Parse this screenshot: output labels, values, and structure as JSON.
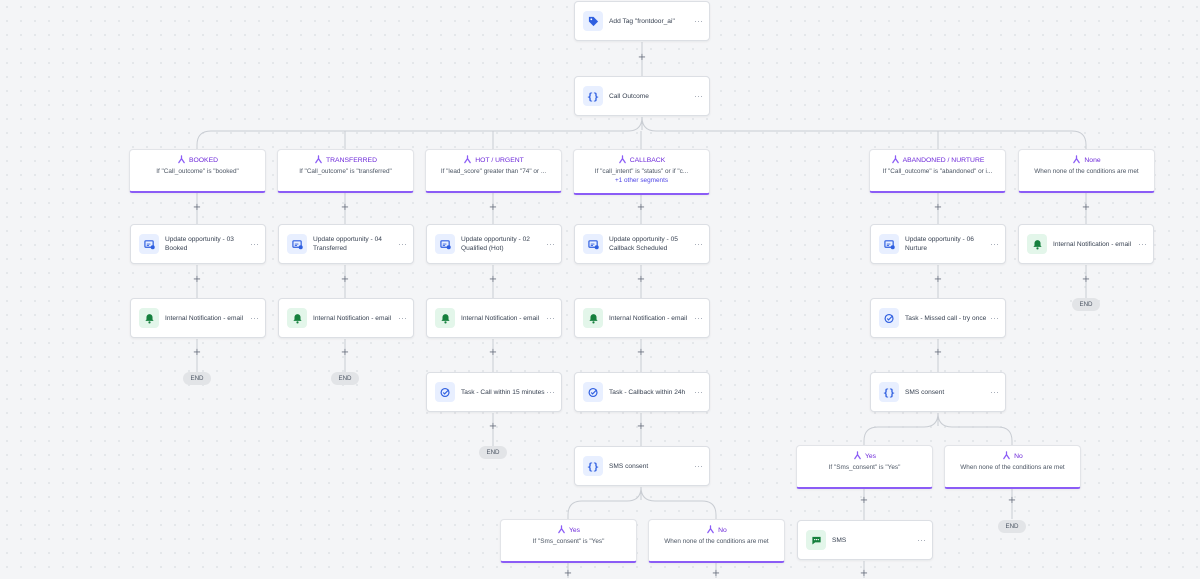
{
  "nodes": [
    {
      "id": "add_tag",
      "label": "Add Tag \"frontdoor_ai\"",
      "icon": "tag-icon"
    },
    {
      "id": "call_outcome",
      "label": "Call Outcome",
      "icon": "code-braces-icon"
    },
    {
      "id": "upd_booked",
      "label": "Update opportunity - 03\nBooked",
      "icon": "opportunity-icon"
    },
    {
      "id": "upd_transferred",
      "label": "Update opportunity - 04\nTransferred",
      "icon": "opportunity-icon"
    },
    {
      "id": "upd_hot",
      "label": "Update opportunity - 02\nQualified (Hot)",
      "icon": "opportunity-icon"
    },
    {
      "id": "upd_callback",
      "label": "Update opportunity - 05\nCallback Scheduled",
      "icon": "opportunity-icon"
    },
    {
      "id": "upd_nurture",
      "label": "Update opportunity - 06\nNurture",
      "icon": "opportunity-icon"
    },
    {
      "id": "notif_none",
      "label": "Internal Notification - email",
      "icon": "bell-icon"
    },
    {
      "id": "notif_booked",
      "label": "Internal Notification - email",
      "icon": "bell-icon"
    },
    {
      "id": "notif_transferred",
      "label": "Internal Notification - email",
      "icon": "bell-icon"
    },
    {
      "id": "notif_hot",
      "label": "Internal Notification - email",
      "icon": "bell-icon"
    },
    {
      "id": "notif_callback",
      "label": "Internal Notification - email",
      "icon": "bell-icon"
    },
    {
      "id": "task_missed",
      "label": "Task - Missed call - try once",
      "icon": "task-check-icon"
    },
    {
      "id": "task_15",
      "label": "Task - Call within 15 minutes",
      "icon": "task-check-icon"
    },
    {
      "id": "task_24",
      "label": "Task - Callback within 24h",
      "icon": "task-check-icon"
    },
    {
      "id": "sms_consent_r",
      "label": "SMS consent",
      "icon": "code-braces-icon"
    },
    {
      "id": "sms_consent_l",
      "label": "SMS consent",
      "icon": "code-braces-icon"
    },
    {
      "id": "sms",
      "label": "SMS",
      "icon": "sms-icon"
    }
  ],
  "branches": [
    {
      "id": "b_booked",
      "title": "BOOKED",
      "condition": "If \"Call_outcome\" is \"booked\""
    },
    {
      "id": "b_transferred",
      "title": "TRANSFERRED",
      "condition": "If \"Call_outcome\" is \"transferred\""
    },
    {
      "id": "b_hot",
      "title": "HOT / URGENT",
      "condition": "If \"lead_score\" greater than \"74\" or ..."
    },
    {
      "id": "b_callback",
      "title": "CALLBACK",
      "condition": "If \"call_intent\" is \"status\" or if \"c...",
      "other": "+1 other segments"
    },
    {
      "id": "b_abandoned",
      "title": "ABANDONED / NURTURE",
      "condition": "If \"Call_outcome\" is \"abandoned\" or i..."
    },
    {
      "id": "b_none",
      "title": "None",
      "condition": "When none of the conditions are met"
    },
    {
      "id": "b_yes_r",
      "title": "Yes",
      "condition": "If \"Sms_consent\" is \"Yes\""
    },
    {
      "id": "b_no_r",
      "title": "No",
      "condition": "When none of the conditions are met"
    },
    {
      "id": "b_yes_l",
      "title": "Yes",
      "condition": "If \"Sms_consent\" is \"Yes\""
    },
    {
      "id": "b_no_l",
      "title": "No",
      "condition": "When none of the conditions are met"
    }
  ],
  "end_label": "END",
  "plus_label": "+",
  "more_label": "···",
  "colors": {
    "branch_accent": "#8b5cf6",
    "action_blue": "#2f5fe0",
    "notify_green": "#15803d",
    "connector": "#c9cdd3"
  }
}
